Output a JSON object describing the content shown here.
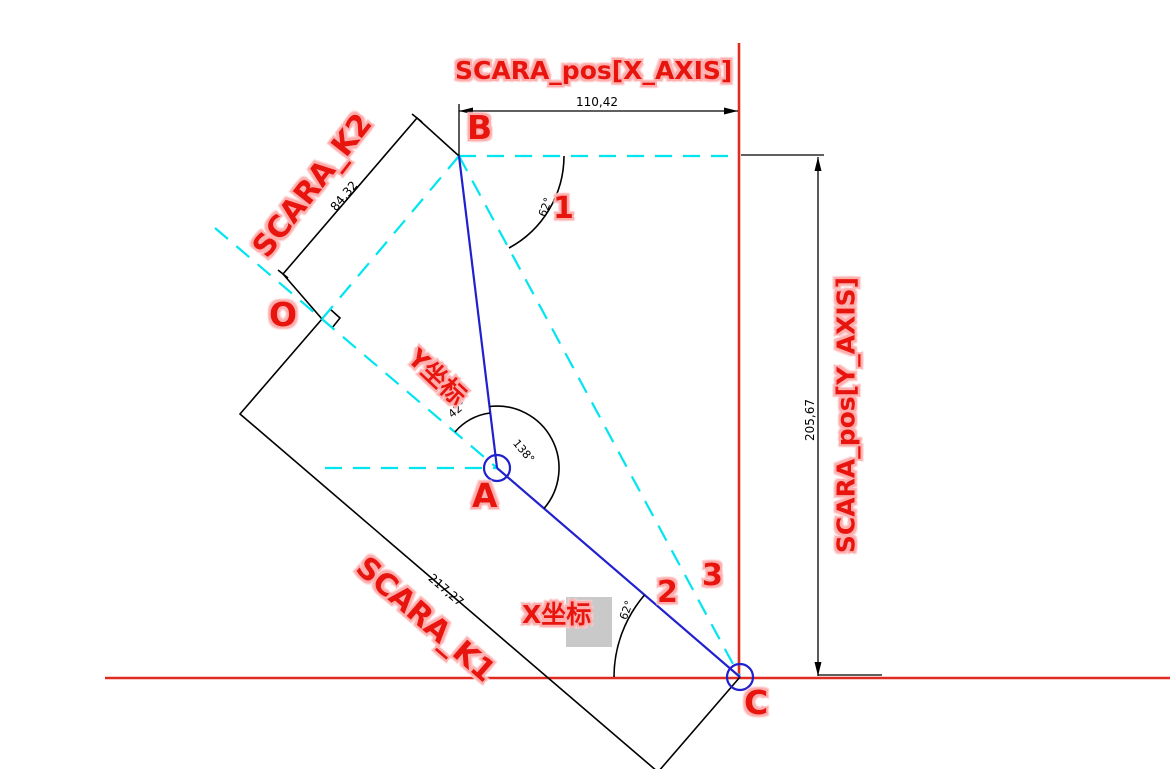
{
  "title": "SCARA robot kinematics CAD sketch",
  "axes": {
    "x_axis_label": "SCARA_pos[X_AXIS]",
    "y_axis_label": "SCARA_pos[Y_AXIS]",
    "x_coord_label": "X坐标",
    "y_coord_label": "Y坐标"
  },
  "arms": {
    "arm1_label": "SCARA_K1",
    "arm2_label": "SCARA_K2"
  },
  "points": {
    "a": "A",
    "b": "B",
    "c": "C",
    "o": "O"
  },
  "joint_numbers": {
    "n1": "1",
    "n2": "2",
    "n3": "3"
  },
  "dimensions": {
    "x_distance": "110,42",
    "y_distance": "205,67",
    "k2_length": "84,32",
    "k1_length": "217,27"
  },
  "angles": {
    "at_b": "62°",
    "at_a_link": "42°",
    "at_a_elbow": "138°",
    "at_c": "62°"
  },
  "colors": {
    "axis_red": "#e02b20",
    "label_red": "#e8150f",
    "construction_cyan": "#00e5f0",
    "link_blue": "#2020cf",
    "drawing_black": "#000000",
    "gray_box": "#c9c9c9"
  }
}
